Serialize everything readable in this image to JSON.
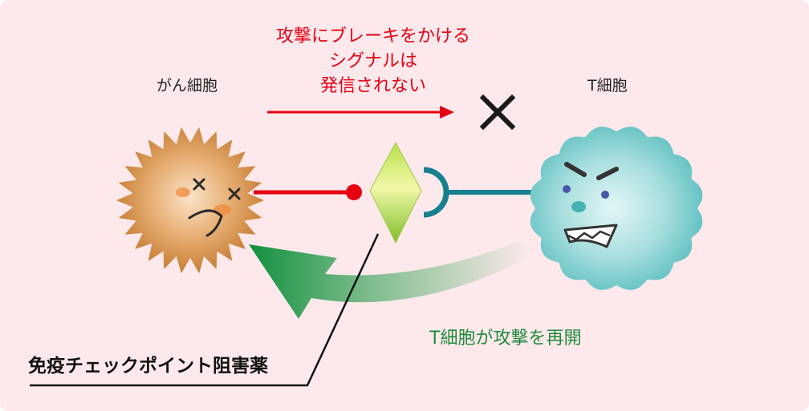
{
  "signal_note": {
    "line1": "攻撃にブレーキをかける",
    "line2": "シグナルは",
    "line3": "発信されない"
  },
  "cancer_cell": {
    "label": "がん細胞"
  },
  "t_cell": {
    "label": "T細胞"
  },
  "reattack_label": "T細胞が攻撃を再開",
  "drug_label": "免疫チェックポイント阻害薬",
  "colors": {
    "background": "#fde9ec",
    "signal_red": "#e60012",
    "receptor_teal": "#17808f",
    "green_arrow": "#1e8a3a",
    "cancer_orange": "#d48a3e",
    "tcell_teal": "#7fcfd0"
  }
}
